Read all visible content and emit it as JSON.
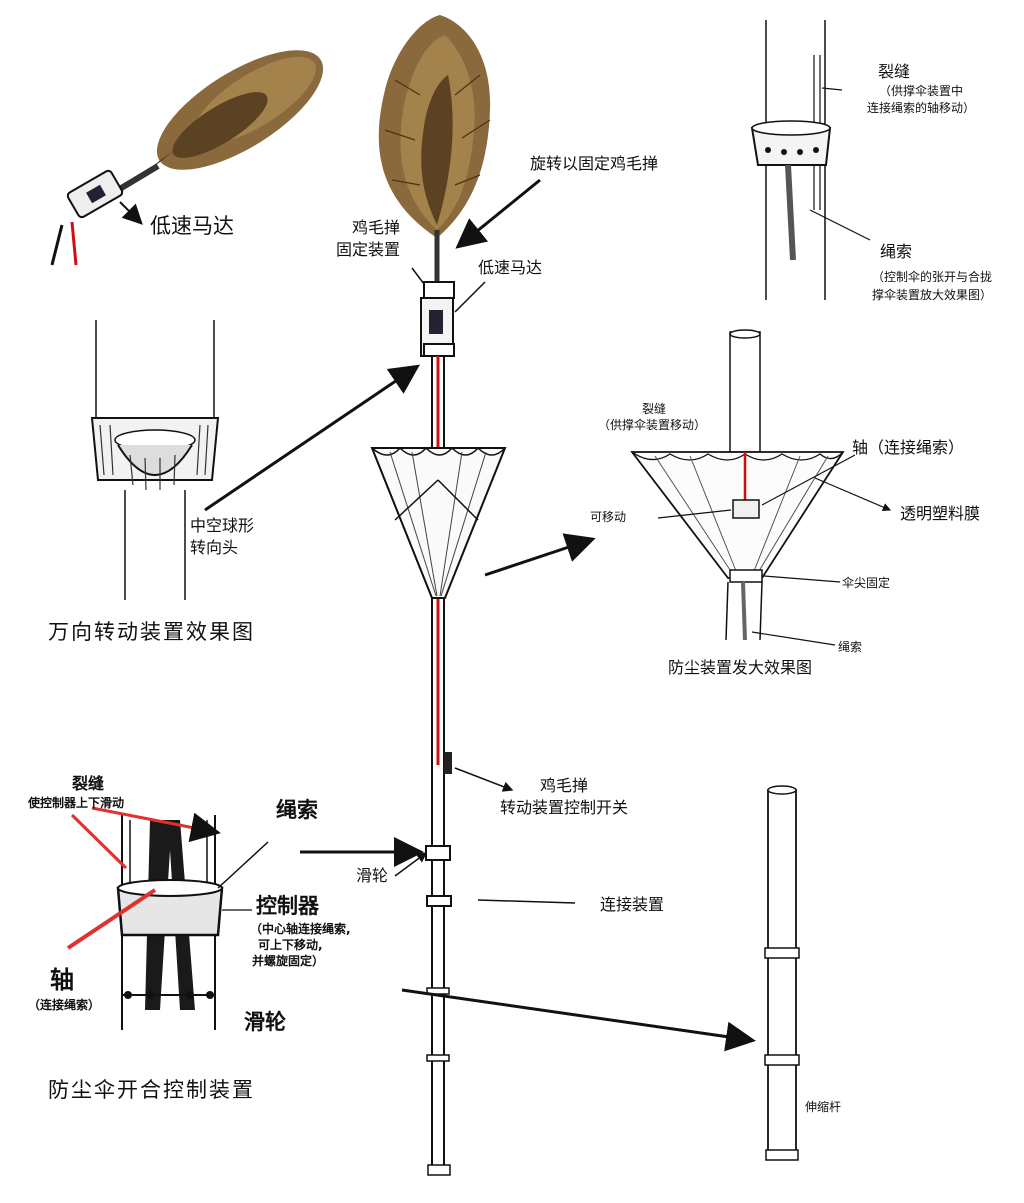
{
  "labels": {
    "low_speed_motor_left": "低速马达",
    "rotate_to_fix": "旋转以固定鸡毛掸",
    "duster_fix_1": "鸡毛掸",
    "duster_fix_2": "固定装置",
    "low_speed_motor_center": "低速马达",
    "slit_top": "裂缝",
    "slit_top_note_1": "（供撑伞装置中",
    "slit_top_note_2": "连接绳索的轴移动）",
    "rope_top": "绳索",
    "rope_top_note_1": "（控制伞的张开与合拢",
    "rope_top_note_2": "撑伞装置放大效果图）",
    "hollow_ball_1": "中空球形",
    "hollow_ball_2": "转向头",
    "universal_title": "万向转动装置效果图",
    "slit_umbrella": "裂缝",
    "slit_umbrella_note": "（供撑伞装置移动）",
    "axis_rope": "轴（连接绳索）",
    "movable": "可移动",
    "transparent_film": "透明塑料膜",
    "tip_fixed": "伞尖固定",
    "rope_umbrella": "绳索",
    "dust_title": "防尘装置发大效果图",
    "switch_1": "鸡毛掸",
    "switch_2": "转动装置控制开关",
    "slit_ctrl": "裂缝",
    "slit_ctrl_note": "使控制器上下滑动",
    "rope_ctrl": "绳索",
    "controller": "控制器",
    "controller_note_1": "（中心轴连接绳索,",
    "controller_note_2": "可上下移动,",
    "controller_note_3": "并螺旋固定）",
    "axis_ctrl": "轴",
    "axis_ctrl_note": "（连接绳索）",
    "pulley_ctrl": "滑轮",
    "pulley_center": "滑轮",
    "connector": "连接装置",
    "ctrl_title": "防尘伞开合控制装置",
    "telescopic": "伸缩杆"
  },
  "colors": {
    "ink": "#111111",
    "feather": "#8a6a3c",
    "feather_dark": "#5a4222",
    "wire_red": "#d01010",
    "annotation_red": "#e03030"
  }
}
